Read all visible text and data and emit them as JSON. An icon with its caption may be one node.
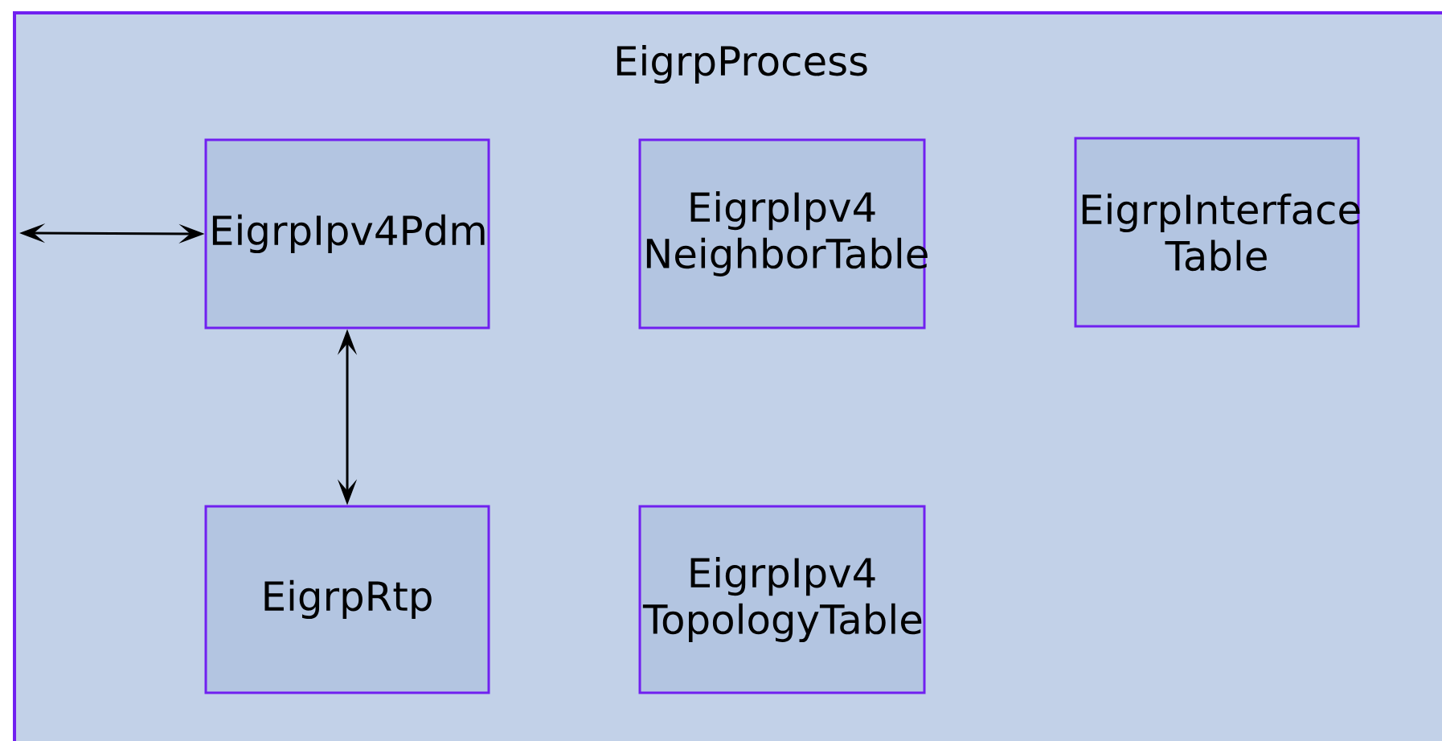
{
  "diagram": {
    "nodes": [
      {
        "text": [
          "EigrpProcess"
        ]
      },
      {
        "text": [
          "EigrpIpv4Pdm"
        ],
        "in": 0
      },
      {
        "text": [
          "EigrpIpv4 NeighborTable"
        ],
        "in": 0
      },
      {
        "text": [
          "EigrpInterface Table"
        ],
        "in": 0
      },
      {
        "text": [
          "EigrpRtp"
        ],
        "in": 0
      },
      {
        "text": [
          "EigrpIpv4 TopologyTable"
        ],
        "in": 0
      }
    ],
    "edges": [
      {
        "from": null,
        "to": 1,
        "arrow": "both"
      },
      {
        "from": 1,
        "to": 4,
        "arrow": "both"
      }
    ]
  }
}
